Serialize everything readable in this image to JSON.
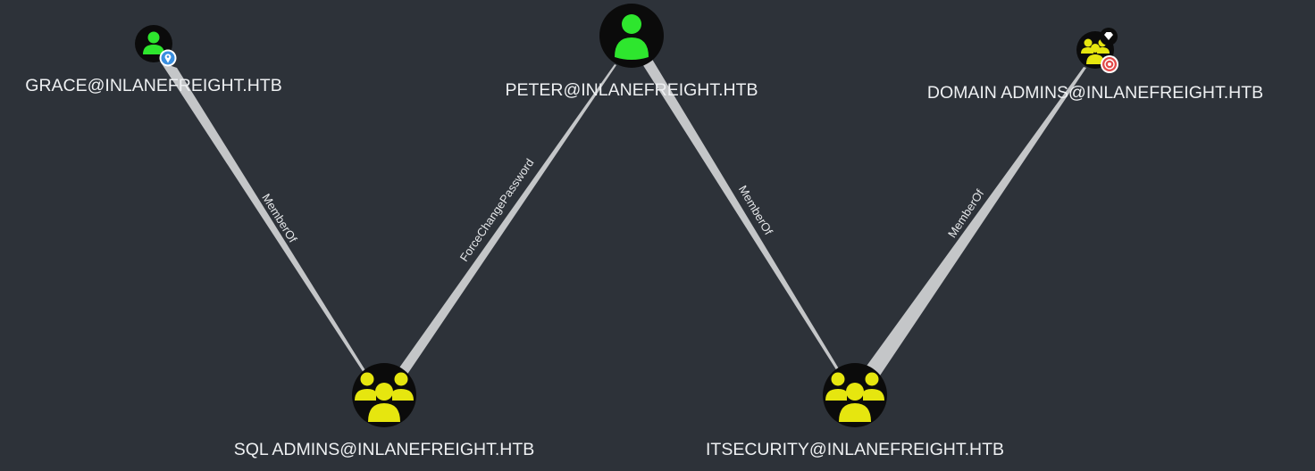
{
  "colors": {
    "background": "#2d3239",
    "edge": "#c4c6c8",
    "node_fill": "#0b0b0b",
    "user_icon": "#2ee62e",
    "group_icon": "#e6e60f",
    "label_text": "#eef0f2",
    "owned_badge": "#3a8fe0",
    "target_badge": "#e24a4a"
  },
  "nodes": [
    {
      "id": "grace",
      "type": "user",
      "label": "GRACE@INLANEFREIGHT.HTB",
      "badges": [
        "owned-pin"
      ]
    },
    {
      "id": "sql_admins",
      "type": "group",
      "label": "SQL ADMINS@INLANEFREIGHT.HTB",
      "badges": []
    },
    {
      "id": "peter",
      "type": "user",
      "label": "PETER@INLANEFREIGHT.HTB",
      "badges": []
    },
    {
      "id": "itsecurity",
      "type": "group",
      "label": "ITSECURITY@INLANEFREIGHT.HTB",
      "badges": []
    },
    {
      "id": "domain_admins",
      "type": "group",
      "label": "DOMAIN ADMINS@INLANEFREIGHT.HTB",
      "badges": [
        "high-value-gem",
        "target"
      ]
    }
  ],
  "edges": [
    {
      "from": "grace",
      "to": "sql_admins",
      "label": "MemberOf"
    },
    {
      "from": "sql_admins",
      "to": "peter",
      "label": "ForceChangePassword"
    },
    {
      "from": "peter",
      "to": "itsecurity",
      "label": "MemberOf"
    },
    {
      "from": "itsecurity",
      "to": "domain_admins",
      "label": "MemberOf"
    }
  ]
}
